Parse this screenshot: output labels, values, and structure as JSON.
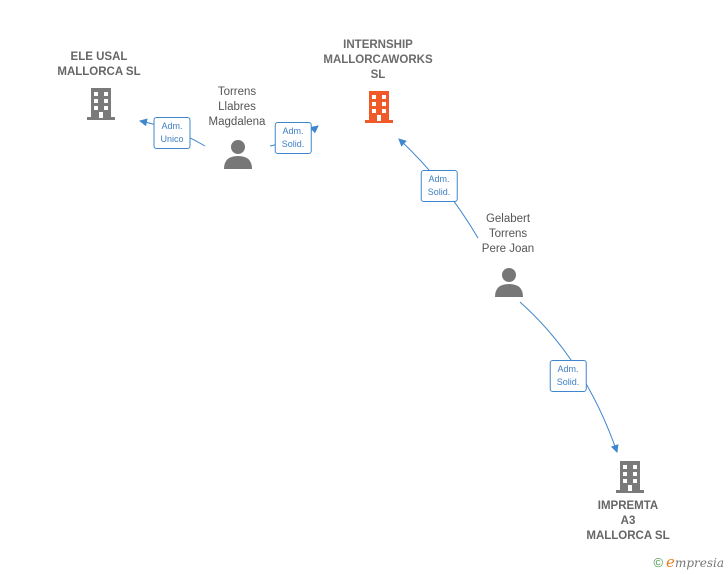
{
  "nodes": {
    "ele_usal": {
      "lines": [
        "ELE USAL",
        "MALLORCA  SL"
      ]
    },
    "internship": {
      "lines": [
        "INTERNSHIP",
        "MALLORCAWORKS",
        "SL"
      ]
    },
    "torrens": {
      "lines": [
        "Torrens",
        "Llabres",
        "Magdalena"
      ]
    },
    "gelabert": {
      "lines": [
        "Gelabert",
        "Torrens",
        "Pere Joan"
      ]
    },
    "impremta": {
      "lines": [
        "IMPREMTA",
        "A3",
        "MALLORCA  SL"
      ]
    }
  },
  "edges": {
    "torrens_ele": {
      "lines": [
        "Adm.",
        "Unico"
      ]
    },
    "torrens_internship": {
      "lines": [
        "Adm.",
        "Solid."
      ]
    },
    "gelabert_internship": {
      "lines": [
        "Adm.",
        "Solid."
      ]
    },
    "gelabert_impremta": {
      "lines": [
        "Adm.",
        "Solid."
      ]
    }
  },
  "colors": {
    "edge": "#3f86cc",
    "company_icon": "#7a7a7a",
    "main_company_icon": "#f05a28",
    "person_icon": "#777777"
  },
  "icons": {
    "company": "building-icon",
    "person": "person-icon"
  },
  "footer": {
    "copyright_symbol": "©",
    "brand_initial": "e",
    "brand_rest": "mpresia"
  }
}
